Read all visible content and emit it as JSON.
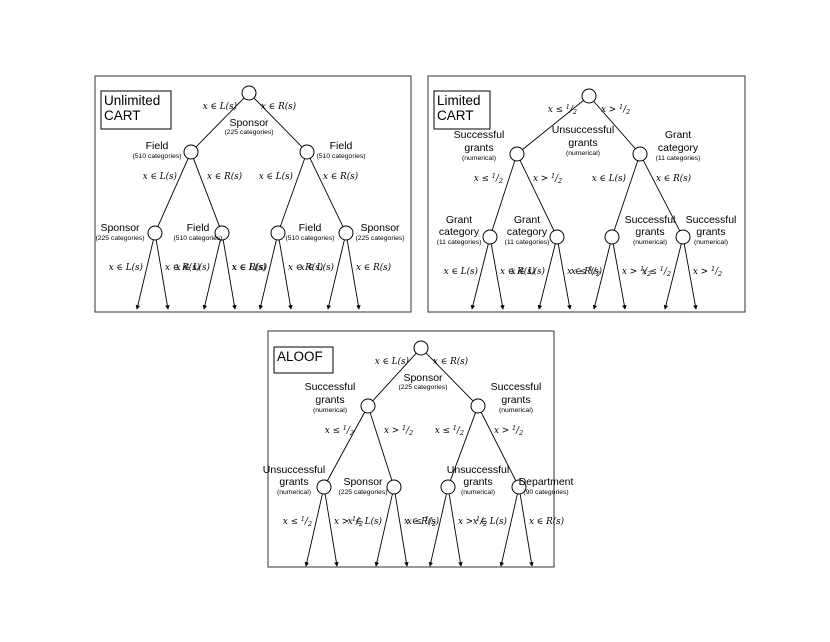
{
  "panels": [
    {
      "title": [
        "Unlimited",
        "CART"
      ],
      "root": {
        "name": "Sponsor",
        "detail": "(225 categories)"
      },
      "root_edges": [
        "x ∈ L(s)",
        "x ∈ R(s)"
      ],
      "level2": [
        {
          "name": [
            "Field"
          ],
          "detail": "(510 categories)",
          "edges": [
            "x ∈ L(s)",
            "x ∈ R(s)"
          ]
        },
        {
          "name": [
            "Field"
          ],
          "detail": "(510 categories)",
          "edges": [
            "x ∈ L(s)",
            "x ∈ R(s)"
          ]
        }
      ],
      "level3": [
        {
          "name": [
            "Sponsor"
          ],
          "detail": "(225 categories)",
          "edges": [
            "x ∈ L(s)",
            "x ∈ R(s)"
          ]
        },
        {
          "name": [
            "Field"
          ],
          "detail": "(510 categories)",
          "edges": [
            "x ∈ L(s)",
            "x ∈ R(s)"
          ]
        },
        {
          "name": [
            "Field"
          ],
          "detail": "(510 categories)",
          "edges": [
            "x ∈ L(s)",
            "x ∈ R(s)"
          ]
        },
        {
          "name": [
            "Sponsor"
          ],
          "detail": "(225 categories)",
          "edges": [
            "x ∈ L(s)",
            "x ∈ R(s)"
          ]
        }
      ]
    },
    {
      "title": [
        "Limited",
        "CART"
      ],
      "root": {
        "name": "",
        "detail": ""
      },
      "root_edges": [
        "x ≤ 1/2",
        "x > 1/2"
      ],
      "root_label": [
        "Unsuccessful",
        "grants",
        "(numerical)"
      ],
      "level2": [
        {
          "name": [
            "Successful",
            "grants"
          ],
          "detail": "(numerical)",
          "edges": [
            "x ≤ 1/2",
            "x > 1/2"
          ]
        },
        {
          "name": [
            "Grant",
            "category"
          ],
          "detail": "(11 categories)",
          "edges": [
            "x ∈ L(s)",
            "x ∈ R(s)"
          ]
        }
      ],
      "level3": [
        {
          "name": [
            "Grant",
            "category"
          ],
          "detail": "(11 categories)",
          "edges": [
            "x ∈ L(s)",
            "x ∈ R(s)"
          ]
        },
        {
          "name": [
            "Grant",
            "category"
          ],
          "detail": "(11 categories)",
          "edges": [
            "x ∈ L(s)",
            "x ∈ R(s)"
          ]
        },
        {
          "name": [
            "Successful",
            "grants"
          ],
          "detail": "(numerical)",
          "edges": [
            "x ≤ 1/2",
            "x > 1/2"
          ]
        },
        {
          "name": [
            "Successful",
            "grants"
          ],
          "detail": "(numerical)",
          "edges": [
            "x ≤ 1/2",
            "x > 1/2"
          ]
        }
      ]
    },
    {
      "title": [
        "ALOOF"
      ],
      "root": {
        "name": "Sponsor",
        "detail": "(225 categories)"
      },
      "root_edges": [
        "x ∈ L(s)",
        "x ∈ R(s)"
      ],
      "level2": [
        {
          "name": [
            "Successful",
            "grants"
          ],
          "detail": "(numerical)",
          "edges": [
            "x ≤ 1/2",
            "x > 1/2"
          ]
        },
        {
          "name": [
            "Successful",
            "grants"
          ],
          "detail": "(numerical)",
          "edges": [
            "x ≤ 1/2",
            "x > 1/2"
          ]
        }
      ],
      "level3": [
        {
          "name": [
            "Unsuccessful",
            "grants"
          ],
          "detail": "(numerical)",
          "edges": [
            "x ≤ 1/2",
            "x > 1/2"
          ]
        },
        {
          "name": [
            "Sponsor"
          ],
          "detail": "(225 categories)",
          "edges": [
            "x ∈ L(s)",
            "x ∈ R(s)"
          ]
        },
        {
          "name": [
            "Unsuccessful",
            "grants"
          ],
          "detail": "(numerical)",
          "edges": [
            "x ≤ 1/2",
            "x > 1/2"
          ]
        },
        {
          "name": [
            "Department"
          ],
          "detail": "(90 categories)",
          "edges": [
            "x ∈ L(s)",
            "x ∈ R(s)"
          ]
        }
      ]
    }
  ]
}
